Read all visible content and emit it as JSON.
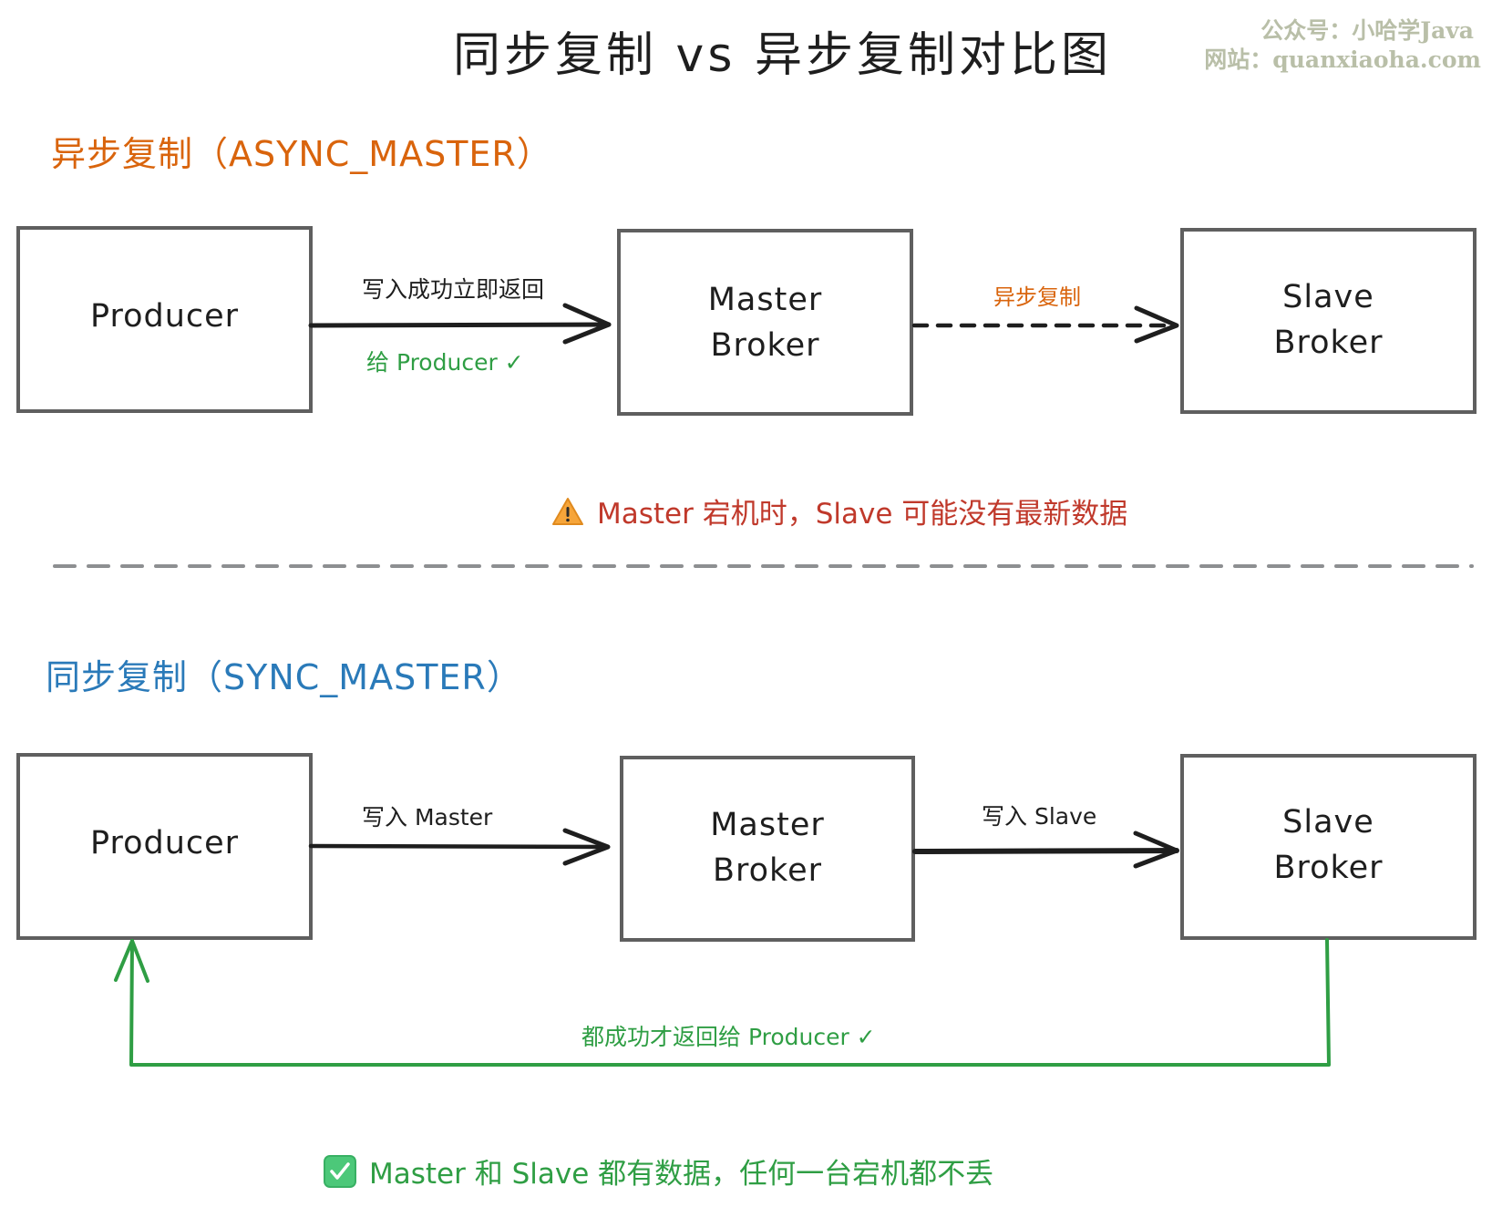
{
  "title": "同步复制 vs 异步复制对比图",
  "watermark": {
    "line1": "公众号：小哈学Java",
    "line2": "网站：quanxiaoha.com"
  },
  "colors": {
    "async_accent": "#d9640c",
    "sync_accent": "#2a7ab9",
    "success_green": "#2f9e44",
    "warning_red": "#c0392b",
    "box_stroke": "#5f5f5f",
    "separator": "#8d8f91"
  },
  "async_section": {
    "heading": "异步复制（ASYNC_MASTER）",
    "nodes": {
      "producer": [
        "Producer"
      ],
      "master": [
        "Master",
        "Broker"
      ],
      "slave": [
        "Slave",
        "Broker"
      ]
    },
    "edges": {
      "producer_to_master": {
        "label_top": "写入成功立即返回",
        "label_bottom": "给 Producer ✓",
        "style": "solid"
      },
      "master_to_slave": {
        "label": "异步复制",
        "style": "dashed"
      }
    },
    "note": {
      "icon": "warning-icon",
      "text": "Master 宕机时，Slave 可能没有最新数据"
    }
  },
  "sync_section": {
    "heading": "同步复制（SYNC_MASTER）",
    "nodes": {
      "producer": [
        "Producer"
      ],
      "master": [
        "Master",
        "Broker"
      ],
      "slave": [
        "Slave",
        "Broker"
      ]
    },
    "edges": {
      "producer_to_master": {
        "label": "写入 Master",
        "style": "solid"
      },
      "master_to_slave": {
        "label": "写入 Slave",
        "style": "solid"
      },
      "slave_to_producer": {
        "label": "都成功才返回给 Producer ✓",
        "style": "solid-green"
      }
    },
    "note": {
      "icon": "check-box-icon",
      "text": "Master 和 Slave 都有数据，任何一台宕机都不丢"
    }
  }
}
